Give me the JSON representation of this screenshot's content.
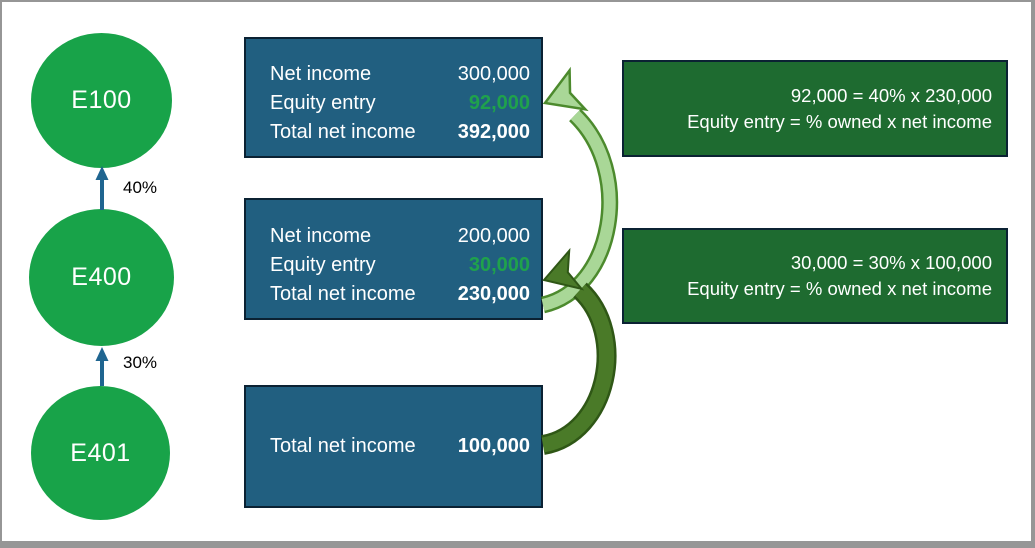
{
  "org_chart": {
    "entities": [
      {
        "id": "E100"
      },
      {
        "id": "E400"
      },
      {
        "id": "E401"
      }
    ],
    "ownership_links": [
      {
        "from": "E400",
        "to": "E100",
        "label": "40%"
      },
      {
        "from": "E401",
        "to": "E400",
        "label": "30%"
      }
    ]
  },
  "income_boxes": [
    {
      "entity": "E100",
      "rows": [
        {
          "label": "Net income",
          "value": "300,000"
        },
        {
          "label": "Equity entry",
          "value": "92,000"
        },
        {
          "label": "Total net income",
          "value": "392,000"
        }
      ]
    },
    {
      "entity": "E400",
      "rows": [
        {
          "label": "Net income",
          "value": "200,000"
        },
        {
          "label": "Equity entry",
          "value": "30,000"
        },
        {
          "label": "Total net income",
          "value": "230,000"
        }
      ]
    },
    {
      "entity": "E401",
      "rows": [
        {
          "label": "Total net income",
          "value": "100,000"
        }
      ]
    }
  ],
  "callouts": [
    {
      "line1": "92,000 = 40% x 230,000",
      "line2": "Equity entry = % owned x net income"
    },
    {
      "line1": "30,000 = 30% x 100,000",
      "line2": "Equity entry = % owned x net income"
    }
  ],
  "colors": {
    "circle_green": "#18a349",
    "income_box_blue": "#215f80",
    "callout_green": "#1e6b30",
    "box_border_navy": "#0b2233",
    "equity_value_green": "#1fa24c",
    "ownership_arrow_blue": "#1f6590",
    "curved_arrow_light_fill": "#a9d797",
    "curved_arrow_light_edge": "#4c8a2d",
    "curved_arrow_dark_fill": "#4a7a28",
    "curved_arrow_dark_edge": "#2f5716",
    "slide_border_gray": "#969696"
  }
}
